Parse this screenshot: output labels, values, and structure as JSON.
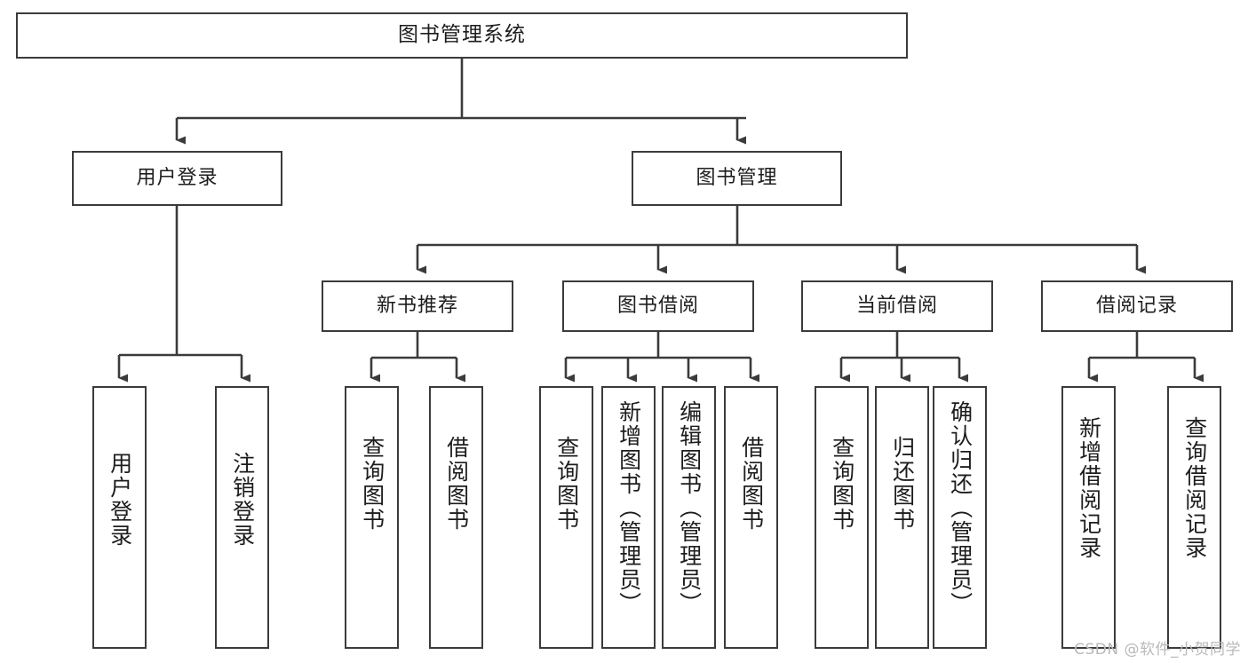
{
  "diagram": {
    "title": "图书管理系统",
    "watermark": "CSDN @软件_小贺同学",
    "edge_color": "#3b3b3b",
    "box_border_color": "#3b3b3b",
    "box_fill_color": "#ffffff",
    "text_color": "#1d1d1d",
    "levels": {
      "root": "图书管理系统",
      "level2": [
        "用户登录",
        "图书管理"
      ],
      "level3": [
        "新书推荐",
        "图书借阅",
        "当前借阅",
        "借阅记录"
      ]
    },
    "nodes": {
      "root": {
        "label": "图书管理系统"
      },
      "user_login": {
        "label": "用户登录"
      },
      "book_manage": {
        "label": "图书管理"
      },
      "new_book_rec": {
        "label": "新书推荐"
      },
      "book_borrow": {
        "label": "图书借阅"
      },
      "current_borrow": {
        "label": "当前借阅"
      },
      "borrow_record": {
        "label": "借阅记录"
      },
      "leaf_user_login": {
        "label": "用户登录"
      },
      "leaf_logout": {
        "label": "注销登录"
      },
      "leaf_query_book_1": {
        "label": "查询图书"
      },
      "leaf_borrow_book_1": {
        "label": "借阅图书"
      },
      "leaf_query_book_2": {
        "label": "查询图书"
      },
      "leaf_add_book": {
        "label": "新增图书（管理员）"
      },
      "leaf_edit_book": {
        "label": "编辑图书（管理员）"
      },
      "leaf_borrow_book_2": {
        "label": "借阅图书"
      },
      "leaf_query_book_3": {
        "label": "查询图书"
      },
      "leaf_return_book": {
        "label": "归还图书"
      },
      "leaf_confirm_return": {
        "label": "确认归还（管理员）"
      },
      "leaf_add_record": {
        "label": "新增借阅记录"
      },
      "leaf_query_record": {
        "label": "查询借阅记录"
      }
    }
  }
}
